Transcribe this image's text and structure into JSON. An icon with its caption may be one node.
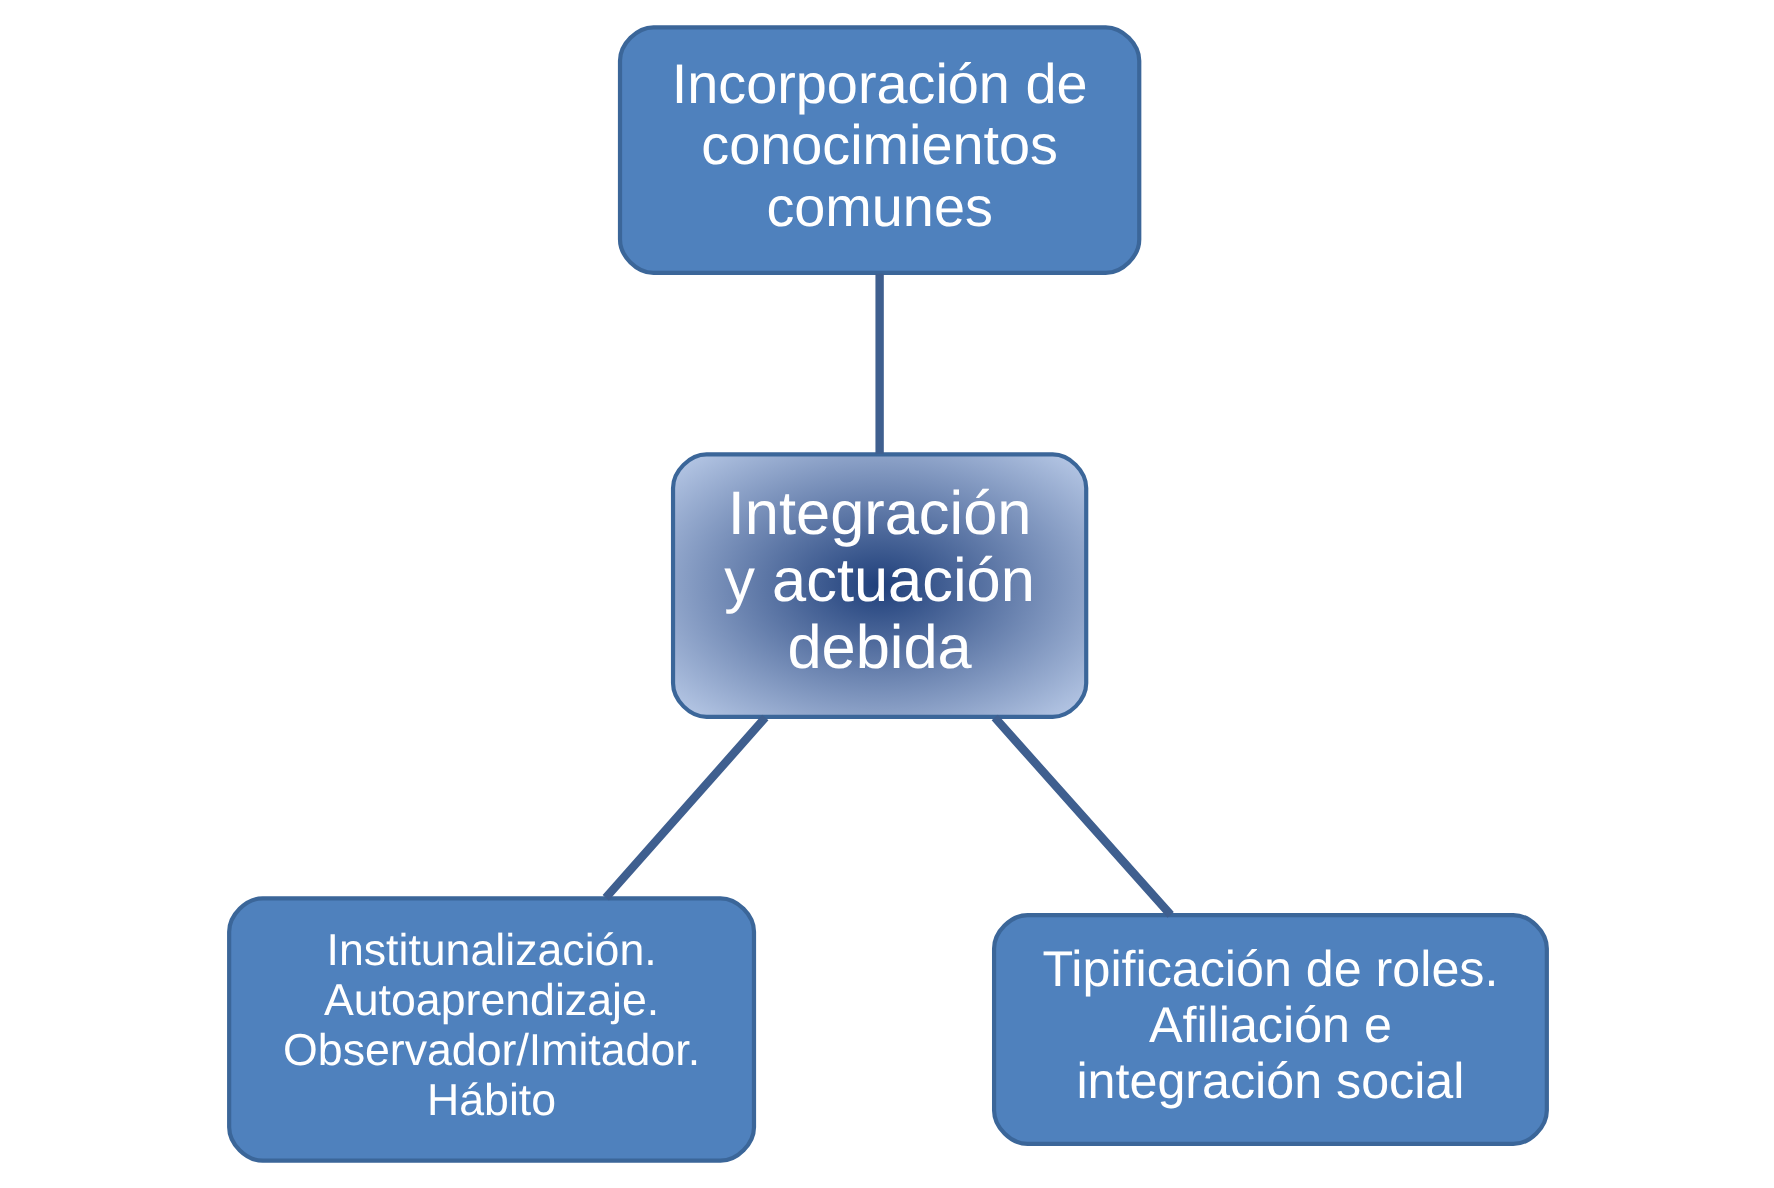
{
  "diagram": {
    "nodes": [
      {
        "text": [
          "Incorporación de conocimientos comunes"
        ]
      },
      {
        "text": [
          "Integración y actuación debida"
        ]
      },
      {
        "text": [
          "Institunalización. Autoaprendizaje. Observador/Imitador. Hábito"
        ]
      },
      {
        "text": [
          "Tipificación de roles. Afiliación e integración social"
        ]
      }
    ],
    "edges": [
      {
        "from": 0,
        "to": 1,
        "arrow": "none"
      },
      {
        "from": 1,
        "to": 2,
        "arrow": "none"
      },
      {
        "from": 1,
        "to": 3,
        "arrow": "none"
      }
    ]
  }
}
